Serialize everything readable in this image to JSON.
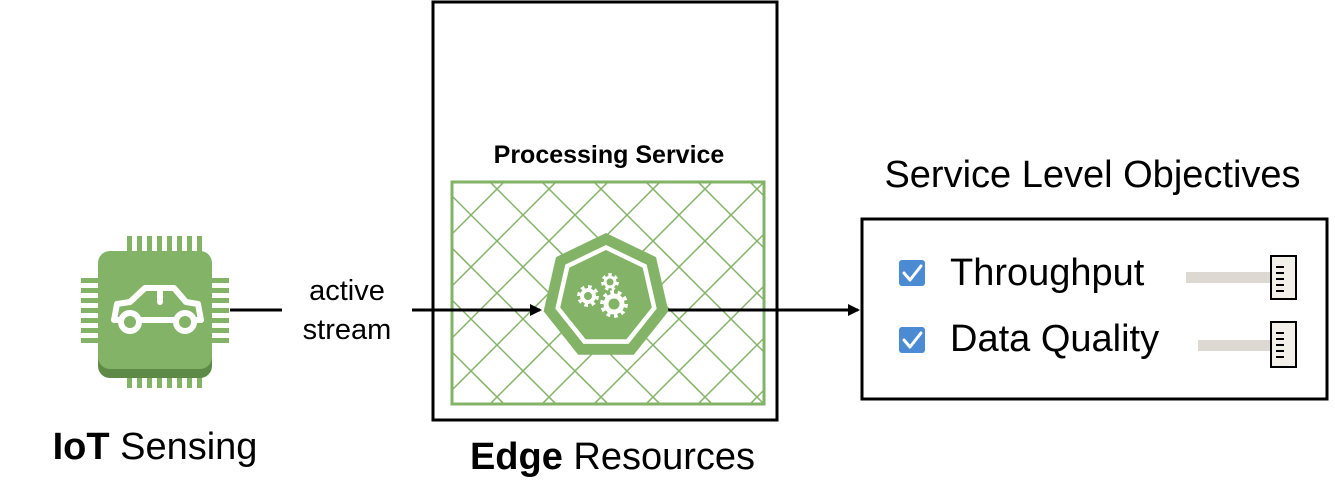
{
  "iot": {
    "bold": "IoT",
    "rest": " Sensing",
    "icon": "car-chip-icon"
  },
  "edge": {
    "bold": "Edge",
    "rest": " Resources"
  },
  "stream": {
    "line1": "active",
    "line2": "stream"
  },
  "processing_service": {
    "title": "Processing Service",
    "icon": "gears-heptagon-icon"
  },
  "slo": {
    "title": "Service Level Objectives",
    "items": [
      {
        "label": "Throughput",
        "checked": true
      },
      {
        "label": "Data Quality",
        "checked": true
      }
    ]
  },
  "colors": {
    "green": "#82b366",
    "green_dark": "#5e8a47",
    "checkbox_blue": "#4a8bd4",
    "slider_track": "#ddd8d2",
    "slider_handle": "#f2f0e8"
  }
}
